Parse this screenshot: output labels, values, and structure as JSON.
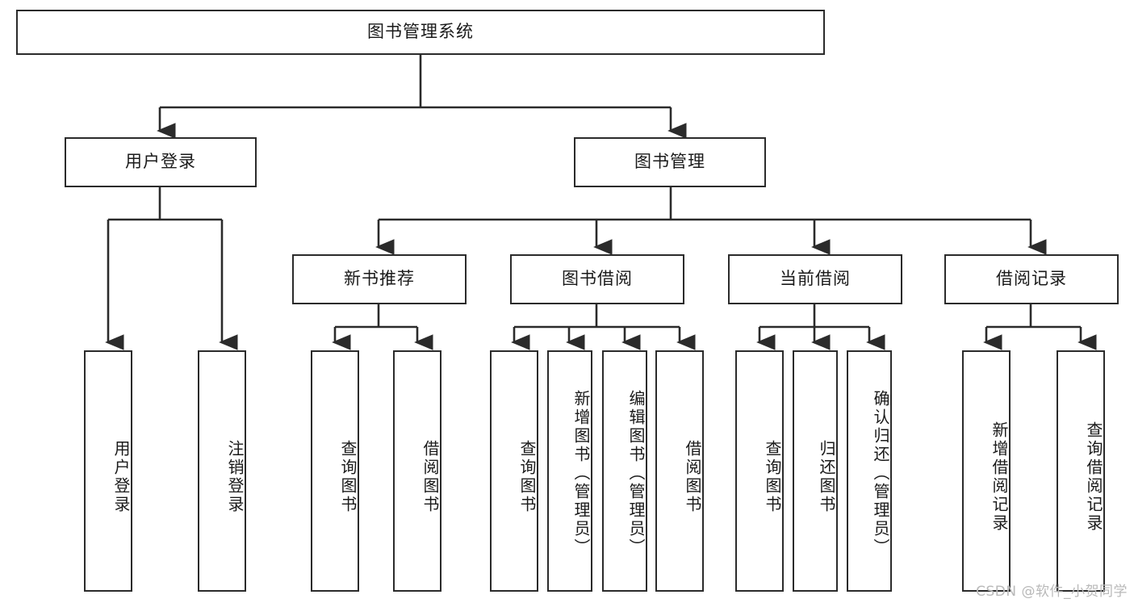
{
  "diagram": {
    "title": "图书管理系统",
    "type": "tree",
    "root": "图书管理系统",
    "level2": [
      {
        "id": "user-login",
        "label": "用户登录"
      },
      {
        "id": "book-management",
        "label": "图书管理"
      }
    ],
    "level3": [
      {
        "id": "new-book-recommend",
        "label": "新书推荐",
        "parent": "book-management"
      },
      {
        "id": "book-borrow",
        "label": "图书借阅",
        "parent": "book-management"
      },
      {
        "id": "current-borrow",
        "label": "当前借阅",
        "parent": "book-management"
      },
      {
        "id": "borrow-record",
        "label": "借阅记录",
        "parent": "book-management"
      }
    ],
    "leaves": [
      {
        "id": "leaf-user-login",
        "label": "用户登录",
        "parent": "user-login"
      },
      {
        "id": "leaf-logout",
        "label": "注销登录",
        "parent": "user-login"
      },
      {
        "id": "leaf-query-book-1",
        "label": "查询图书",
        "parent": "new-book-recommend"
      },
      {
        "id": "leaf-borrow-book-1",
        "label": "借阅图书",
        "parent": "new-book-recommend"
      },
      {
        "id": "leaf-query-book-2",
        "label": "查询图书",
        "parent": "book-borrow"
      },
      {
        "id": "leaf-add-book",
        "label": "新增图书（管理员）",
        "parent": "book-borrow"
      },
      {
        "id": "leaf-edit-book",
        "label": "编辑图书（管理员）",
        "parent": "book-borrow"
      },
      {
        "id": "leaf-borrow-book-2",
        "label": "借阅图书",
        "parent": "book-borrow"
      },
      {
        "id": "leaf-query-book-3",
        "label": "查询图书",
        "parent": "current-borrow"
      },
      {
        "id": "leaf-return-book",
        "label": "归还图书",
        "parent": "current-borrow"
      },
      {
        "id": "leaf-confirm-return",
        "label": "确认归还（管理员）",
        "parent": "current-borrow"
      },
      {
        "id": "leaf-add-record",
        "label": "新增借阅记录",
        "parent": "borrow-record"
      },
      {
        "id": "leaf-query-record",
        "label": "查询借阅记录",
        "parent": "borrow-record"
      }
    ]
  },
  "watermark": {
    "text": "CSDN @软件_小贺同学"
  },
  "colors": {
    "stroke": "#2b2b2b",
    "background": "#ffffff",
    "text": "#1a1a1a",
    "watermark": "#b9b9b9"
  }
}
